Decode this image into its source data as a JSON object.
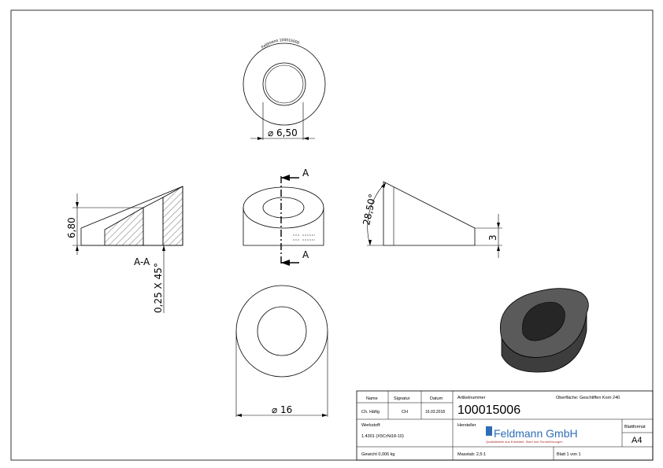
{
  "views": {
    "top_view": {
      "engraving": "Feldmann 100015006",
      "diameter_label": "⌀ 6,50"
    },
    "front_view": {
      "section_mark_top": "A",
      "section_mark_bottom": "A"
    },
    "section_view": {
      "height_label": "6,80",
      "section_name": "A-A",
      "chamfer_label": "0,25 X 45°"
    },
    "side_view": {
      "angle_label": "28,50°",
      "height_label": "3"
    },
    "bottom_view": {
      "diameter_label": "⌀ 16"
    }
  },
  "colors": {
    "line": "#000000",
    "hatch": "#555555",
    "part_top": "#5a5a5a",
    "part_side": "#3d3d3d",
    "hole": "#262626",
    "brand": "#2f6eb5",
    "brand_sub": "#b03030"
  },
  "title_block": {
    "name_header": "Name",
    "signature_header": "Signatur",
    "date_header": "Datum",
    "name_value": "Ch. Häfig",
    "signature_value": "CH",
    "date_value": "16.03.2018",
    "article_label": "Artikelnummer",
    "article_number": "100015006",
    "surface_label": "Oberfläche: Geschliffen Korn 240",
    "material_label": "Werkstoff:",
    "material_value": "1.4301 (X5CrNi18-10)",
    "manufacturer_label": "Hersteller",
    "manufacturer_name": "Feldmann GmbH",
    "manufacturer_tagline": "Qualitätsteile aus Edelstahl, Stahl und Sonderlösungen",
    "format_label": "Blattformat",
    "format_value": "A4",
    "weight": "Gewicht 0,006 kg",
    "scale": "Masstab: 2,5:1",
    "sheet": "Blatt 1 von 1"
  }
}
